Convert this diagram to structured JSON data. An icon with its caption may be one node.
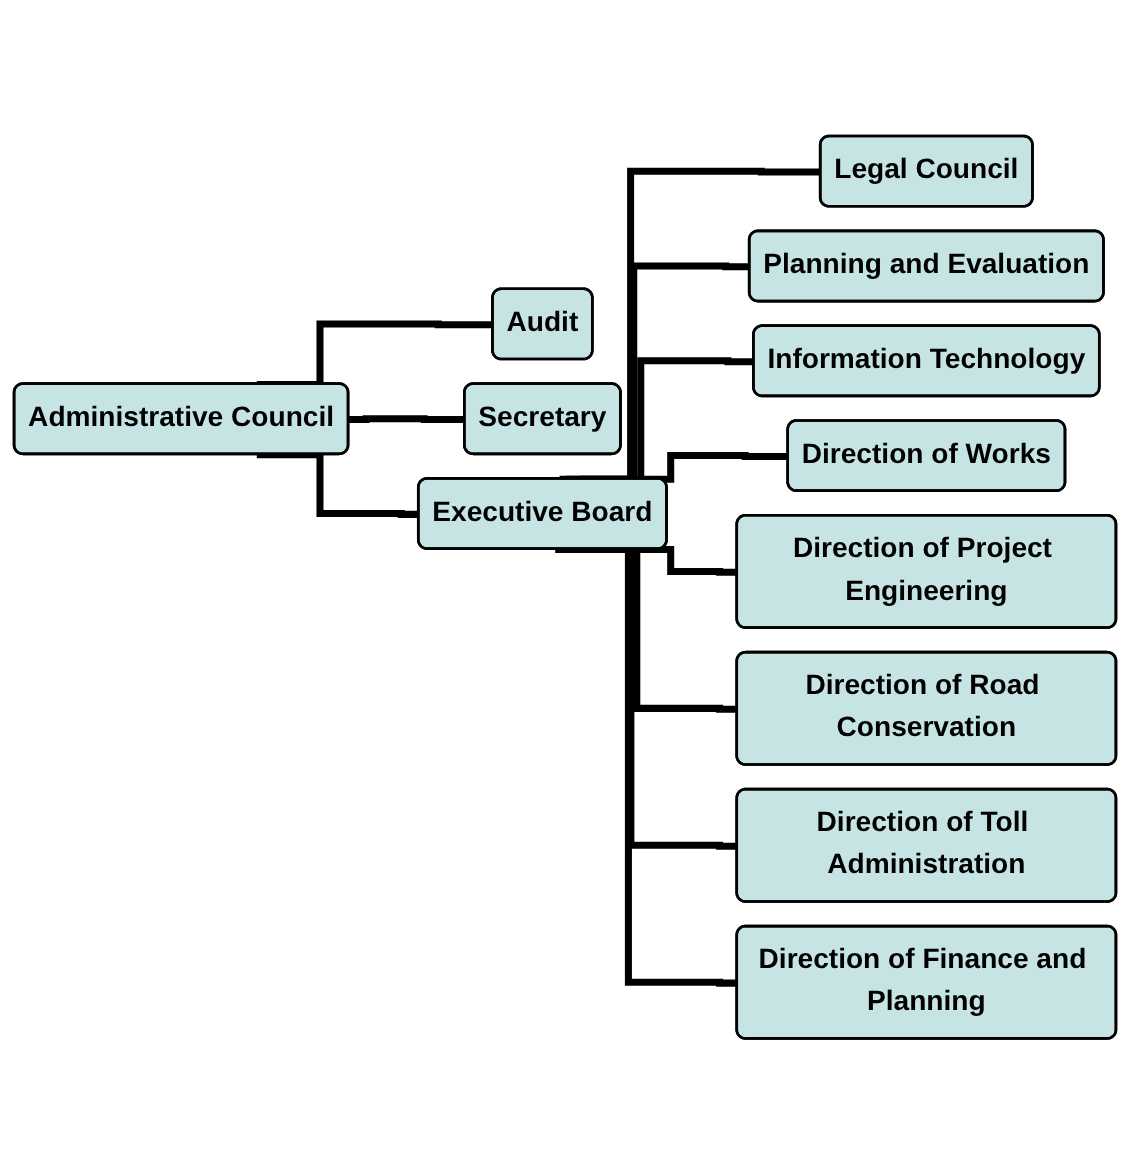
{
  "diagram": {
    "nodes": [
      {
        "text": [
          "Administrative Council"
        ]
      },
      {
        "text": [
          "Audit"
        ]
      },
      {
        "text": [
          "Secretary"
        ]
      },
      {
        "text": [
          "Executive Board"
        ]
      },
      {
        "text": [
          "Legal Council"
        ]
      },
      {
        "text": [
          "Planning and Evaluation"
        ]
      },
      {
        "text": [
          "Information Technology"
        ]
      },
      {
        "text": [
          "Direction of Works"
        ]
      },
      {
        "text": [
          "Direction of Project Engineering"
        ]
      },
      {
        "text": [
          "Direction of Road Conservation"
        ]
      },
      {
        "text": [
          "Direction of Toll Administration"
        ]
      },
      {
        "text": [
          "Direction of Finance and Planning"
        ]
      }
    ],
    "edges": [
      {
        "from": 0,
        "to": 1,
        "arrow": "none"
      },
      {
        "from": 0,
        "to": 2,
        "arrow": "none"
      },
      {
        "from": 0,
        "to": 3,
        "arrow": "none"
      },
      {
        "from": 3,
        "to": 4,
        "arrow": "none"
      },
      {
        "from": 3,
        "to": 5,
        "arrow": "none"
      },
      {
        "from": 3,
        "to": 6,
        "arrow": "none"
      },
      {
        "from": 3,
        "to": 7,
        "arrow": "none"
      },
      {
        "from": 3,
        "to": 8,
        "arrow": "none"
      },
      {
        "from": 3,
        "to": 9,
        "arrow": "none"
      },
      {
        "from": 3,
        "to": 10,
        "arrow": "none"
      },
      {
        "from": 3,
        "to": 11,
        "arrow": "none"
      }
    ]
  }
}
